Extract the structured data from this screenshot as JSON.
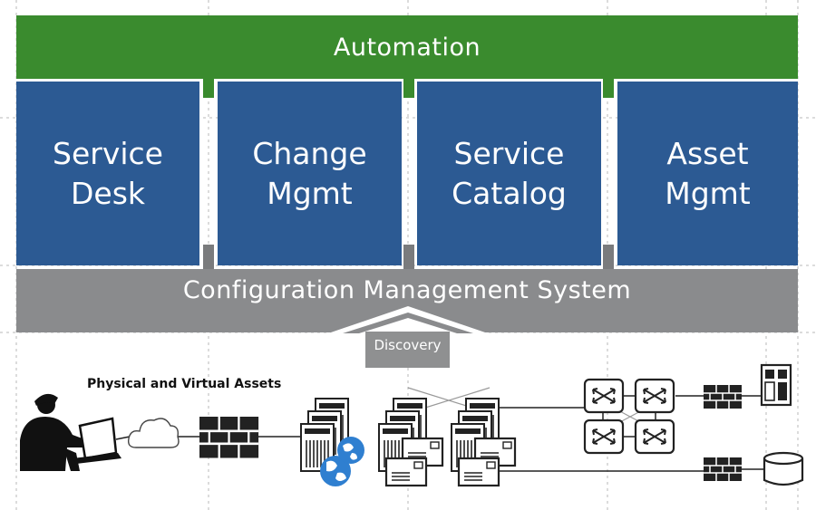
{
  "automation": {
    "title": "Automation",
    "color": "#3a8b2e"
  },
  "modules": [
    {
      "line1": "Service",
      "line2": "Desk"
    },
    {
      "line1": "Change",
      "line2": "Mgmt"
    },
    {
      "line1": "Service",
      "line2": "Catalog"
    },
    {
      "line1": "Asset",
      "line2": "Mgmt"
    }
  ],
  "module_color": "#2c5a93",
  "cms": {
    "title": "Configuration Management System",
    "color": "#8a8b8d"
  },
  "discovery": {
    "label": "Discovery"
  },
  "assets": {
    "title": "Physical and Virtual Assets"
  },
  "icons": [
    "user-at-laptop-icon",
    "cloud-icon",
    "firewall-icon",
    "server-stack-icon",
    "globe-icon",
    "mail-server-icon",
    "switch-icon",
    "storage-unit-icon",
    "database-icon"
  ]
}
